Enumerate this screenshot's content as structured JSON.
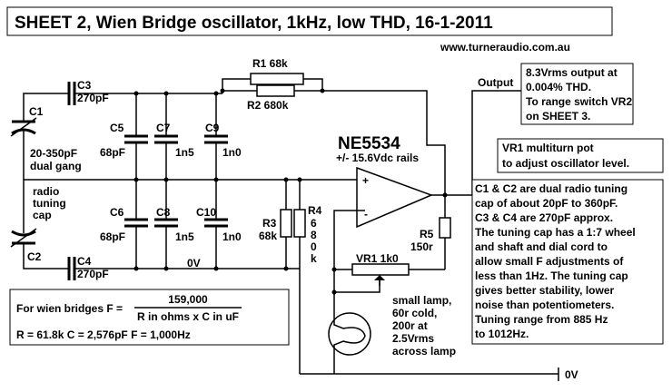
{
  "title": "SHEET 2,  Wien Bridge oscillator, 1kHz, low THD, 16-1-2011",
  "website": "www.turneraudio.com.au",
  "labels": {
    "c1": "C1",
    "c2": "C2",
    "c1_value": "20-350pF",
    "c1_type": "dual gang",
    "radio1": "radio",
    "radio2": "tuning",
    "radio3": "cap",
    "c3": "C3",
    "c3_value": "270pF",
    "c4": "C4",
    "c4_value": "270pF",
    "c5": "C5",
    "c5_value": "68pF",
    "c6": "C6",
    "c6_value": "68pF",
    "c7": "C7",
    "c7_value": "1n5",
    "c8": "C8",
    "c8_value": "1n5",
    "c9": "C9",
    "c9_value": "1n0",
    "c10": "C10",
    "c10_value": "1n0",
    "r1": "R1  68k",
    "r2": "R2  680k",
    "r3": "R3",
    "r3_value": "68k",
    "r4": "R4",
    "r4_digits": [
      "6",
      "8",
      "0",
      "k"
    ],
    "r5": "R5",
    "r5_value": "150r",
    "vr1": "VR1  1k0",
    "opamp": "NE5534",
    "rails": "+/- 15.6Vdc rails",
    "plus": "+",
    "minus": "-",
    "zero_v": "0V",
    "zero_v_rail": "0V",
    "output": "Output",
    "lamp": [
      "small lamp,",
      "60r cold,",
      "200r at",
      "2.5Vrms",
      "across lamp"
    ]
  },
  "notes": {
    "output_note": [
      "8.3Vrms output at",
      "0.004% THD.",
      "To range switch VR2",
      "on SHEET 3."
    ],
    "vr1_note": [
      "VR1 multiturn pot",
      "to adjust oscillator level."
    ],
    "cap_note": [
      "C1 & C2 are dual radio tuning",
      "cap of about 20pF to 360pF.",
      "C3 & C4 are 270pF approx.",
      "The tuning cap has a 1:7 wheel",
      "and shaft and dial cord to",
      "allow small F adjustments of",
      "less than 1Hz. The tuning cap",
      "gives better stability, lower",
      "noise than potentiometers.",
      "Tuning range from 885 Hz",
      "to 1012Hz."
    ]
  },
  "formula": {
    "prefix": "For  wien bridges  F =",
    "numerator": "159,000",
    "denominator": "R in ohms x C in uF",
    "values": "R = 61.8k    C = 2,576pF    F = 1,000Hz"
  }
}
